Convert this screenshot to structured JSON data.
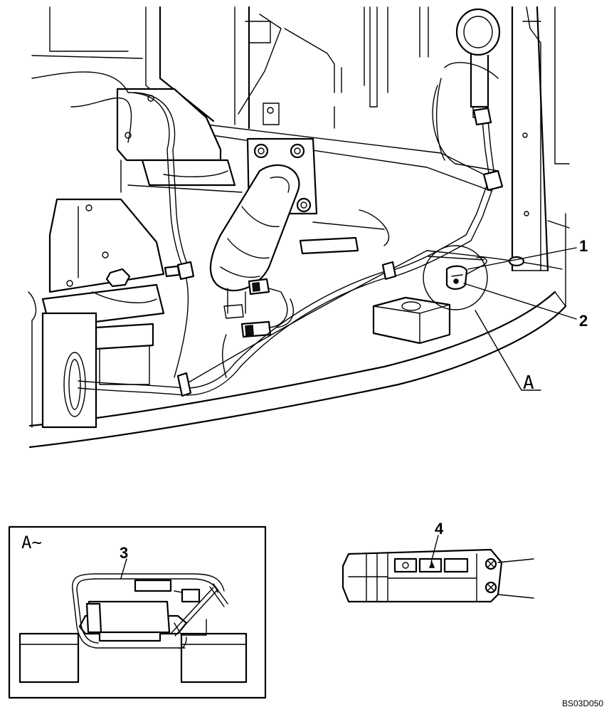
{
  "callouts": {
    "item_1": "1",
    "item_2": "2",
    "item_3": "3",
    "item_4": "4"
  },
  "view_label": "A",
  "inset": {
    "title": "A∼"
  },
  "reference_code": "BS03D050"
}
